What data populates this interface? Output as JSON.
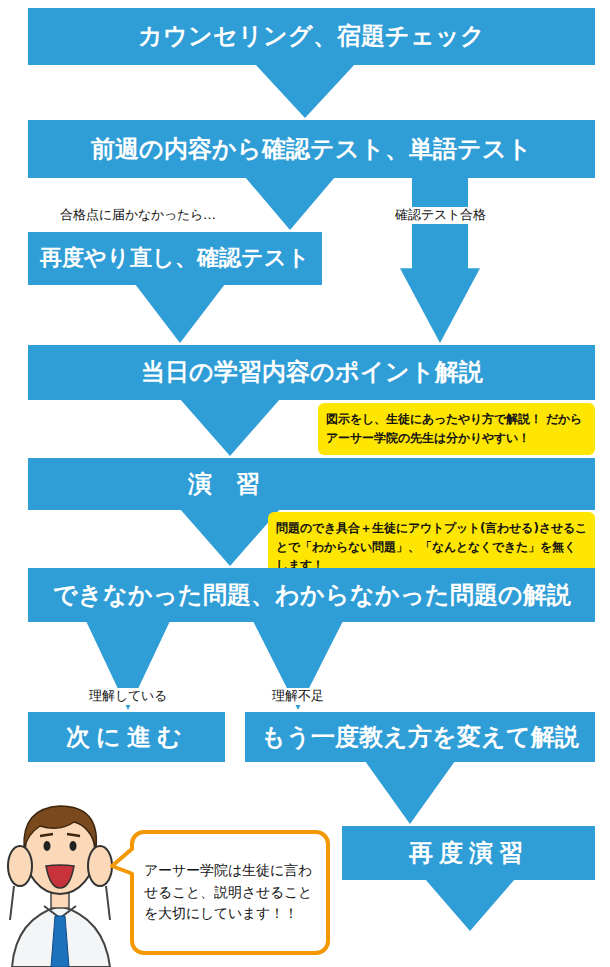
{
  "diagram": {
    "nodes": [
      {
        "text": [
          "カウンセリング、宿題チェック"
        ]
      },
      {
        "text": [
          "前週の内容から確認テスト、単語テスト"
        ]
      },
      {
        "text": [
          "再度やり直し、確認テスト"
        ]
      },
      {
        "text": [
          "当日の学習内容のポイント解説"
        ]
      },
      {
        "text": [
          "図示をし、生徒にあったやり方で解説！ だからアーサー学院の先生は分かりやすい！"
        ]
      },
      {
        "text": [
          "演　習"
        ]
      },
      {
        "text": [
          "問題のでき具合＋生徒にアウトプット(言わせる)させることで「わからない問題」、「なんとなくできた」を無くします！"
        ]
      },
      {
        "text": [
          "できなかった問題、わからなかった問題の解説"
        ]
      },
      {
        "text": [
          "次に進む"
        ]
      },
      {
        "text": [
          "もう一度教え方を変えて解説"
        ]
      },
      {
        "text": [
          "再度演習"
        ]
      },
      {
        "text": [
          "アーサー学院は生徒に言わせること、説明させることを大切にしています！！"
        ]
      }
    ],
    "edges": [
      {
        "from": 0,
        "to": 1,
        "arrow": "to"
      },
      {
        "from": 1,
        "to": 2,
        "arrow": "to",
        "label": "合格点に届かなかったら…"
      },
      {
        "from": 1,
        "to": 3,
        "arrow": "to",
        "label": "確認テスト合格"
      },
      {
        "from": 2,
        "to": 3,
        "arrow": "to"
      },
      {
        "from": 3,
        "to": 5,
        "arrow": "to"
      },
      {
        "from": 5,
        "to": 7,
        "arrow": "to"
      },
      {
        "from": 7,
        "to": 8,
        "arrow": "to",
        "label": "理解している"
      },
      {
        "from": 7,
        "to": 9,
        "arrow": "to",
        "label": "理解不足"
      },
      {
        "from": 9,
        "to": 10,
        "arrow": "to"
      }
    ]
  }
}
